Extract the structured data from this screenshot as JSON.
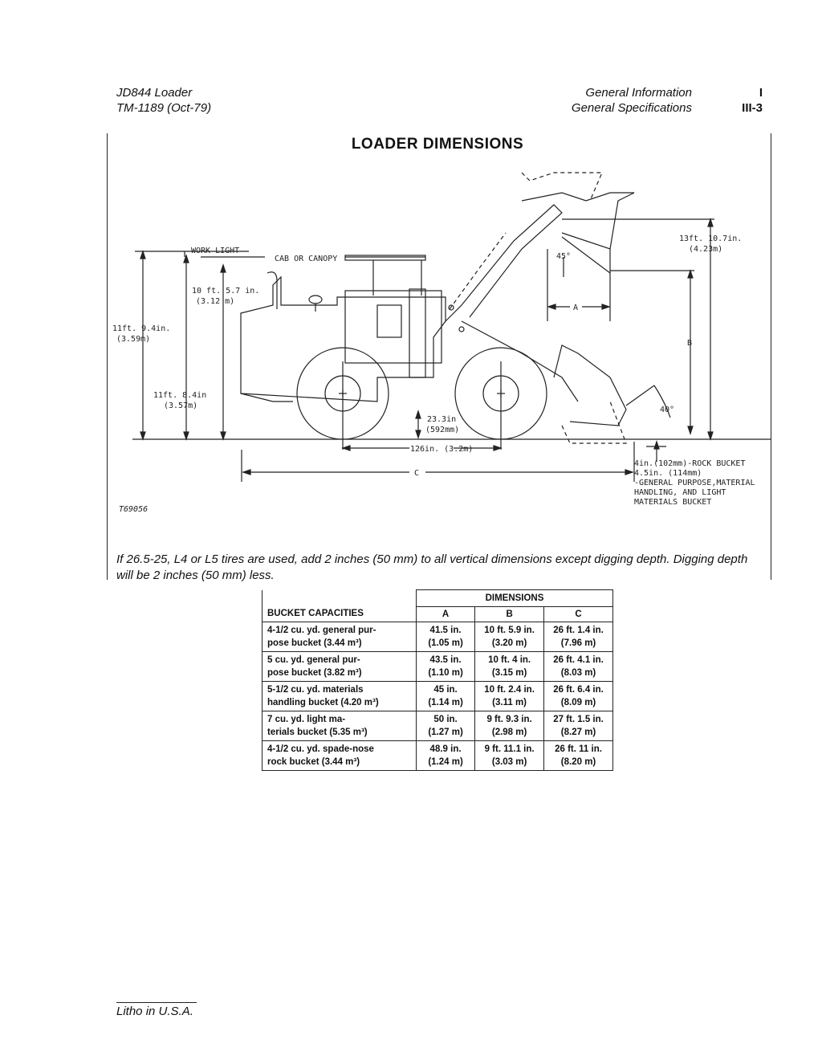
{
  "header": {
    "left_line1": "JD844 Loader",
    "left_line2": "TM-1189  (Oct-79)",
    "right_line1": "General Information",
    "right_line2": "General Specifications",
    "section": "I",
    "page": "III-3"
  },
  "title": "LOADER DIMENSIONS",
  "diagram": {
    "work_light": "WORK LIGHT",
    "cab_canopy": "CAB OR CANOPY",
    "dim_10ft_a": "10 ft. 5.7 in.",
    "dim_10ft_b": "(3.12 m)",
    "dim_11ft9_a": "11ft. 9.4in.",
    "dim_11ft9_b": "(3.59m)",
    "dim_11ft8_a": "11ft. 8.4in",
    "dim_11ft8_b": "(3.57m)",
    "dim_13ft_a": "13ft. 10.7in.",
    "dim_13ft_b": "(4.23m)",
    "angle_45": "45°",
    "angle_40": "40°",
    "label_a": "A",
    "label_b": "B",
    "label_c": "C",
    "dim_23_a": "23.3in",
    "dim_23_b": "(592mm)",
    "dim_126": "126in. (3.2m)",
    "note_rock": "4in.(102mm)-ROCK BUCKET",
    "note_gp1": "4.5in. (114mm)",
    "note_gp2": "-GENERAL PURPOSE,MATERIAL",
    "note_gp3": "HANDLING, AND LIGHT",
    "note_gp4": "MATERIALS BUCKET",
    "figure_id": "T69056"
  },
  "note": "If 26.5-25, L4 or L5 tires are used, add 2 inches (50 mm) to all vertical dimensions except digging depth. Digging depth will be 2 inches (50 mm) less.",
  "table": {
    "col_bucket": "BUCKET CAPACITIES",
    "col_dimensions": "DIMENSIONS",
    "col_a": "A",
    "col_b": "B",
    "col_c": "C",
    "rows": [
      {
        "bucket1": "4-1/2 cu. yd. general pur-",
        "bucket2": "pose bucket (3.44 m³)",
        "a1": "41.5 in.",
        "a2": "(1.05 m)",
        "b1": "10 ft. 5.9 in.",
        "b2": "(3.20 m)",
        "c1": "26 ft. 1.4 in.",
        "c2": "(7.96 m)"
      },
      {
        "bucket1": "5 cu. yd. general pur-",
        "bucket2": "pose bucket (3.82 m³)",
        "a1": "43.5 in.",
        "a2": "(1.10 m)",
        "b1": "10 ft. 4 in.",
        "b2": "(3.15 m)",
        "c1": "26 ft. 4.1 in.",
        "c2": "(8.03 m)"
      },
      {
        "bucket1": "5-1/2 cu. yd. materials",
        "bucket2": "handling bucket (4.20 m³)",
        "a1": "45 in.",
        "a2": "(1.14 m)",
        "b1": "10 ft. 2.4 in.",
        "b2": "(3.11 m)",
        "c1": "26 ft. 6.4 in.",
        "c2": "(8.09 m)"
      },
      {
        "bucket1": "7 cu. yd. light ma-",
        "bucket2": "terials bucket (5.35 m³)",
        "a1": "50 in.",
        "a2": "(1.27 m)",
        "b1": "9 ft. 9.3 in.",
        "b2": "(2.98 m)",
        "c1": "27 ft. 1.5 in.",
        "c2": "(8.27 m)"
      },
      {
        "bucket1": "4-1/2 cu. yd. spade-nose",
        "bucket2": "rock bucket (3.44 m³)",
        "a1": "48.9 in.",
        "a2": "(1.24 m)",
        "b1": "9 ft. 11.1 in.",
        "b2": "(3.03 m)",
        "c1": "26 ft. 11 in.",
        "c2": "(8.20 m)"
      }
    ]
  },
  "footer": "Litho in U.S.A."
}
